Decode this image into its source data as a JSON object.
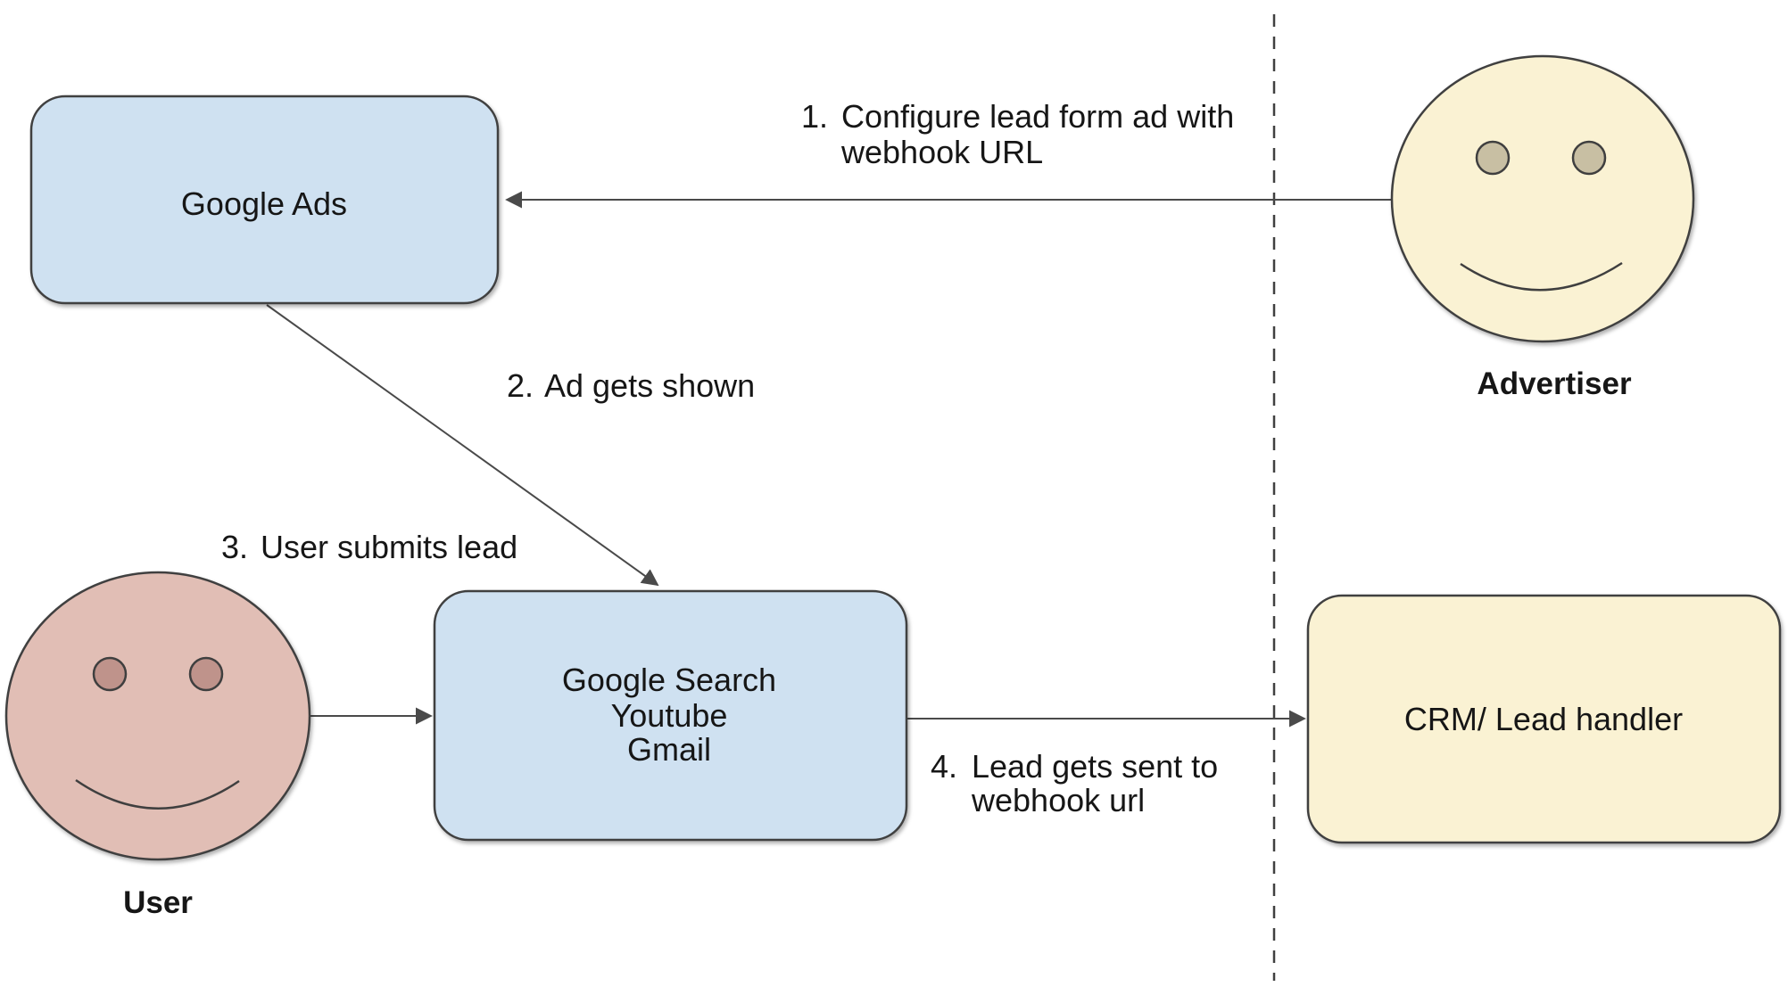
{
  "nodes": {
    "google_ads": {
      "label": "Google Ads",
      "fill": "#cfe1f1"
    },
    "google_surfaces": {
      "line1": "Google Search",
      "line2": "Youtube",
      "line3": "Gmail",
      "fill": "#cfe1f1"
    },
    "crm": {
      "label": "CRM/ Lead handler",
      "fill": "#faf2d3"
    }
  },
  "actors": {
    "advertiser": {
      "label": "Advertiser",
      "face_fill": "#faf2d3",
      "eye_fill": "#c8bfa3"
    },
    "user": {
      "label": "User",
      "face_fill": "#e1beb5",
      "eye_fill": "#bf938b"
    }
  },
  "steps": {
    "step1": {
      "number": "1.",
      "line1": "Configure lead form ad with",
      "line2": "webhook URL"
    },
    "step2": {
      "number": "2.",
      "text": "Ad gets shown"
    },
    "step3": {
      "number": "3.",
      "text": "User submits lead"
    },
    "step4": {
      "number": "4.",
      "line1": "Lead gets sent to",
      "line2": "webhook url"
    }
  },
  "colors": {
    "connector": "#4a4a4a",
    "divider": "#404040",
    "shape_border": "#3f3f3f",
    "text": "#161616",
    "background": "#ffffff"
  }
}
